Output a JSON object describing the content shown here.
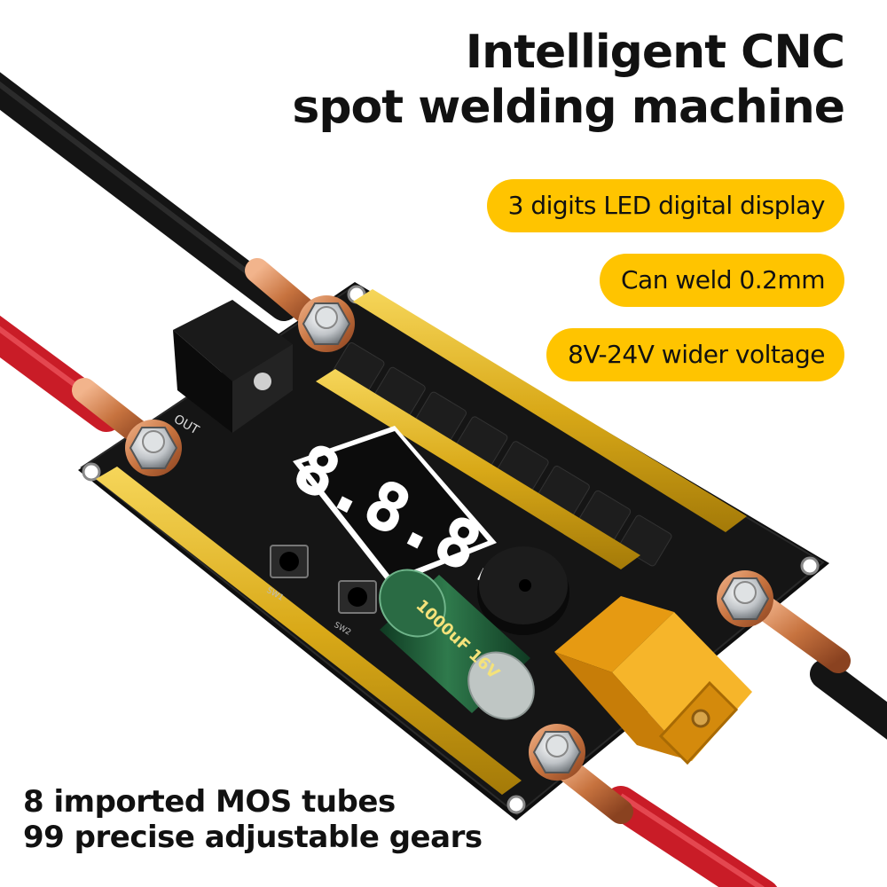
{
  "title": {
    "line1": "Intelligent CNC",
    "line2": "spot welding machine"
  },
  "features": [
    "3 digits LED digital display",
    "Can weld 0.2mm",
    "8V-24V wider voltage"
  ],
  "bottom_text": {
    "line1": "8 imported MOS tubes",
    "line2": "99 precise adjustable gears"
  },
  "display_reading": "8.8.8.",
  "capacitor_label": "1000uF 16V",
  "board_labels": {
    "output": "OUT",
    "input": "IN",
    "switch1": "SW1",
    "switch2": "SW2"
  },
  "colors": {
    "accent": "#ffc400",
    "cable_black": "#1a1a1a",
    "cable_red": "#d21e2b",
    "copper": "#c87a4a",
    "board": "#141414",
    "busbar": "#e0b520",
    "connector": "#f0a81e",
    "capacitor": "#1f5d3a"
  }
}
